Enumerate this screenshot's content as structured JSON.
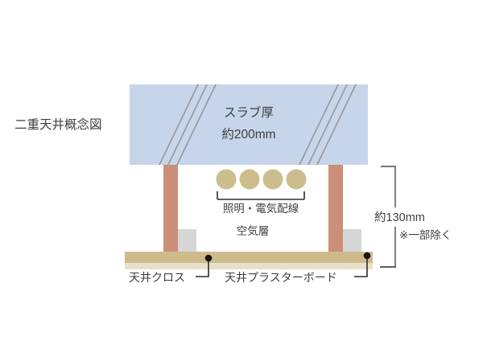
{
  "figure": {
    "title": "二重天井概念図",
    "slab": {
      "line1": "スラブ厚",
      "line2": "約200mm",
      "color": "#c6d5ea"
    },
    "wiring_label": "照明・電気配線",
    "air_layer_label": "空気層",
    "dimension": {
      "value": "約130mm",
      "note": "※一部除く"
    },
    "bottom_labels": {
      "cloth": "天井クロス",
      "plasterboard": "天井プラスターボード"
    },
    "colors": {
      "slab_fill": "#c6d5ea",
      "hatch_line": "#9a9a9a",
      "post_fill": "#cb8e79",
      "block_fill": "#d6d6d6",
      "conduit_fill": "#cdbd8e",
      "plasterboard_fill": "#cdbb8c",
      "cloth_fill": "#e8e0cb",
      "text": "#3f3f3f",
      "leader": "#2b2b2b"
    }
  }
}
